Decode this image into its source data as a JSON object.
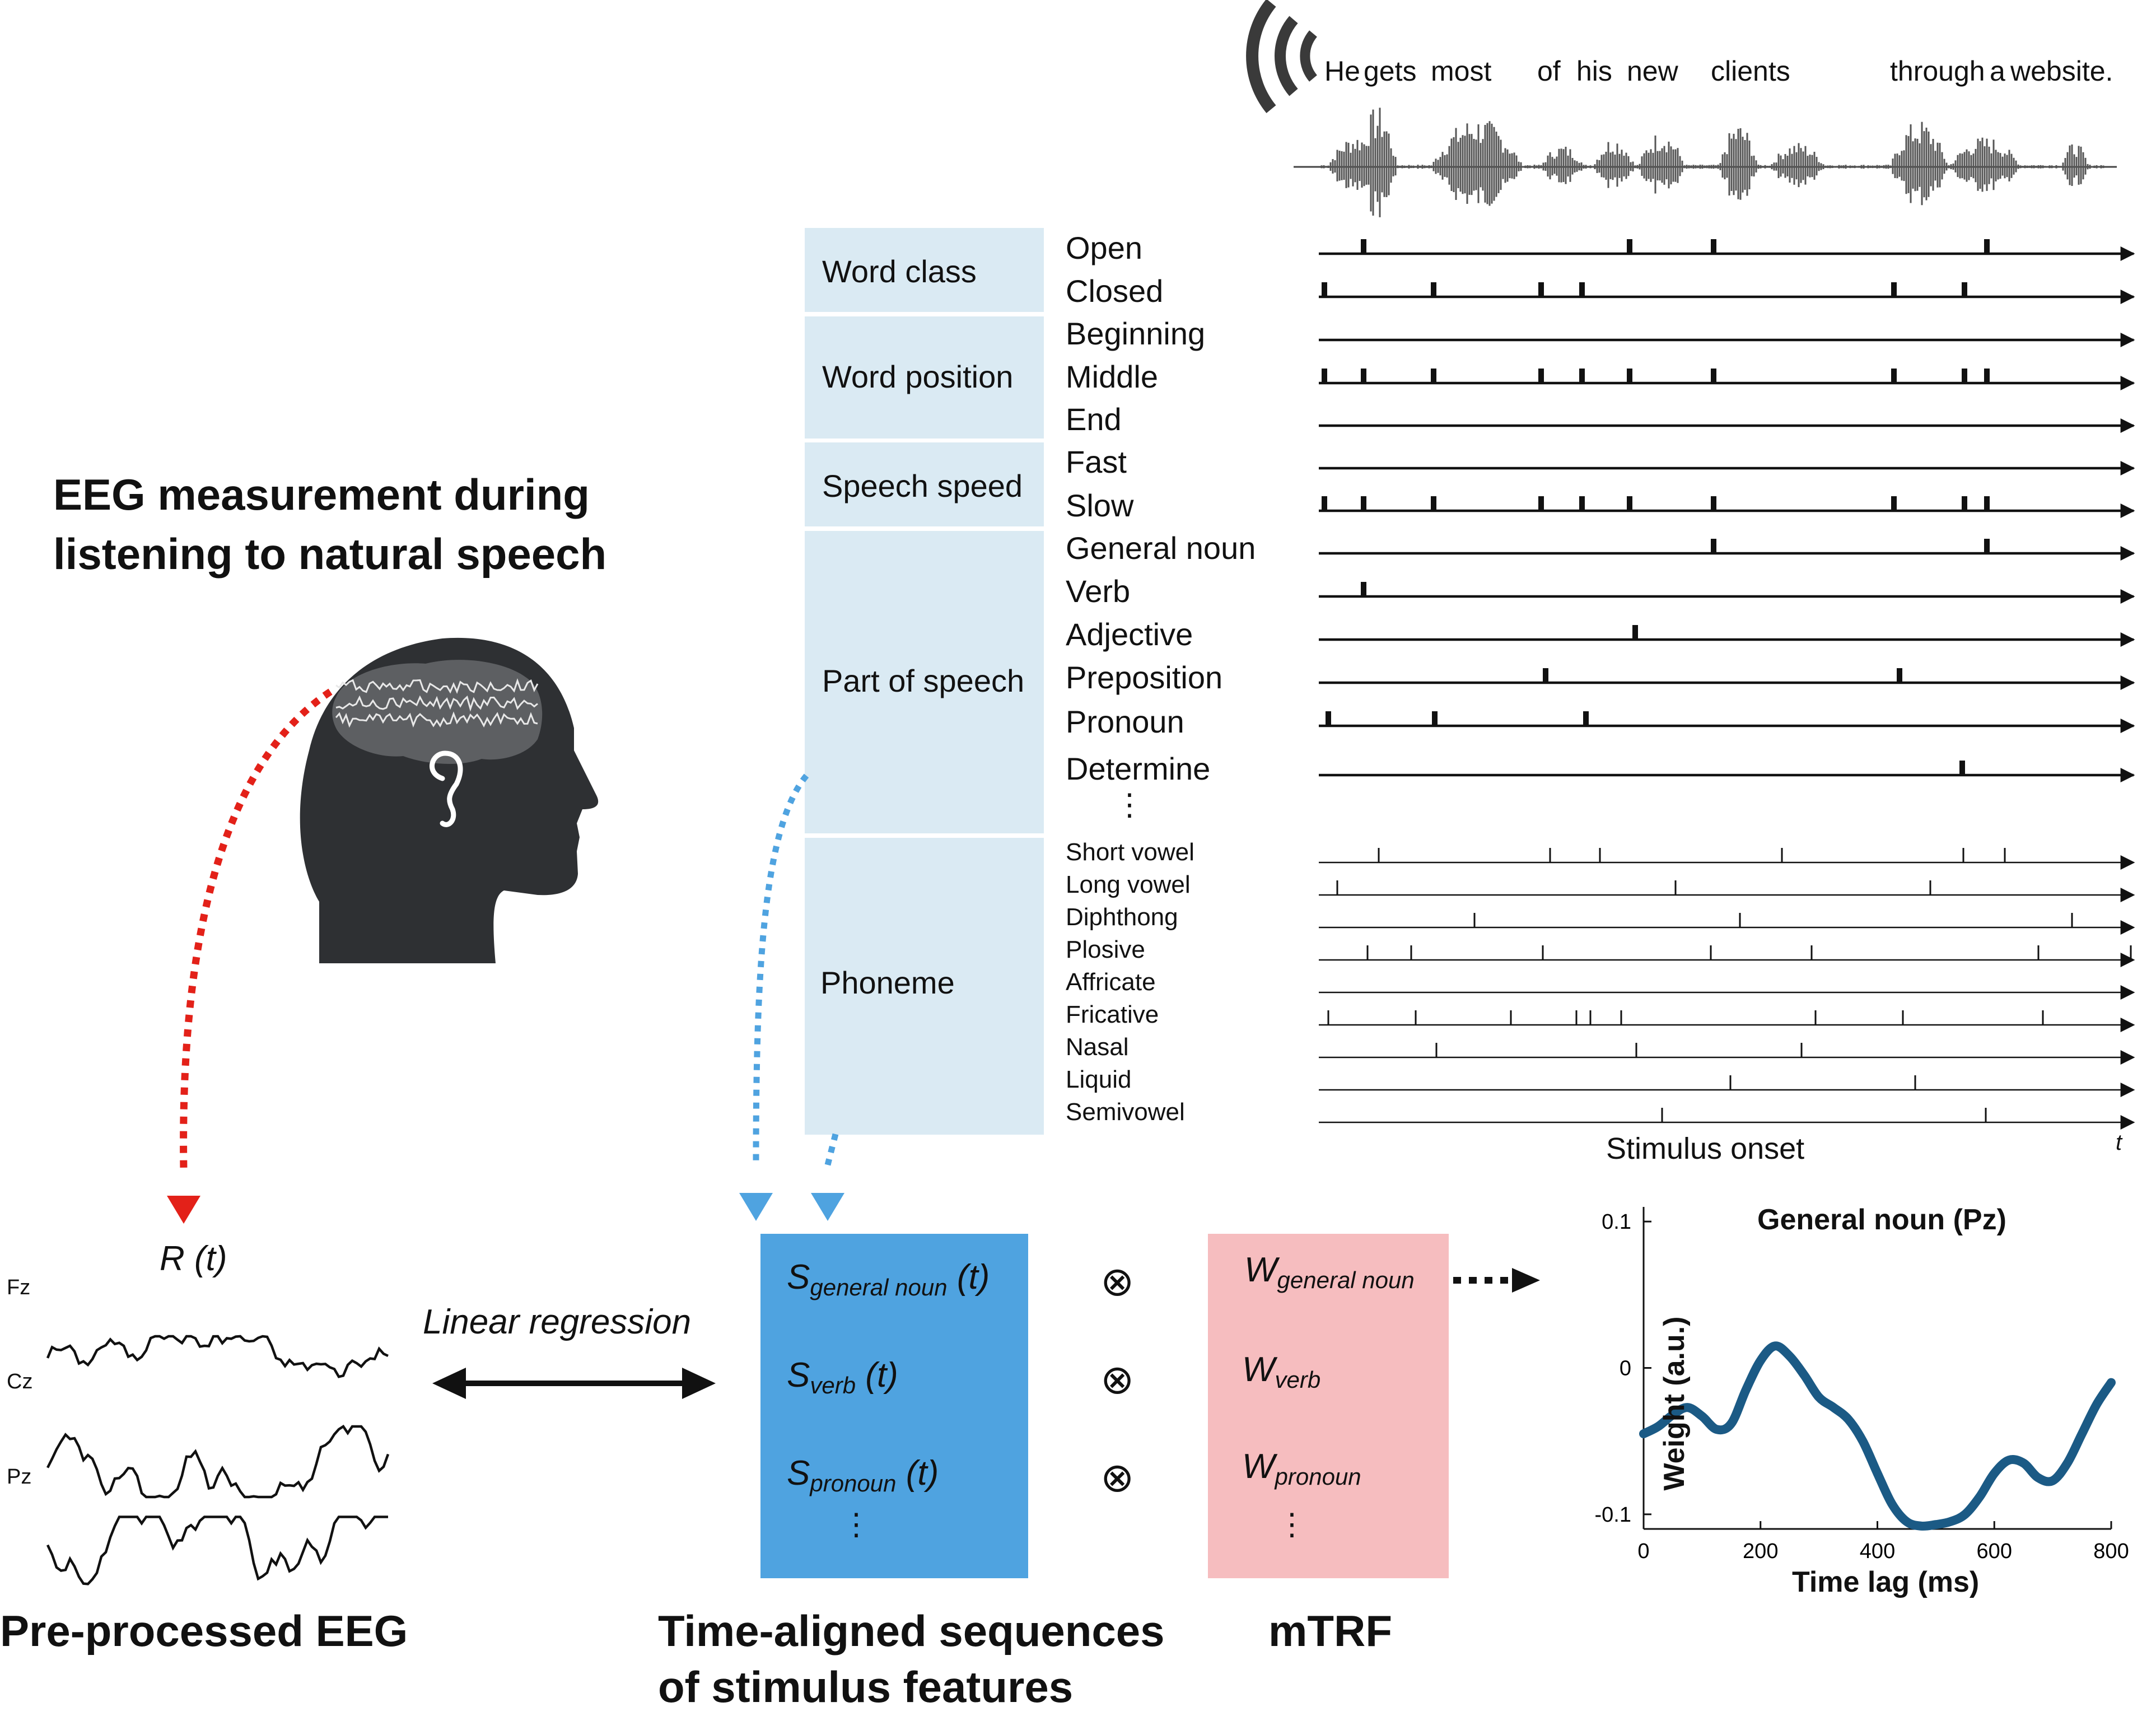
{
  "heading": {
    "line1": "EEG measurement during",
    "line2": "listening to natural speech"
  },
  "sentence_words": [
    "He",
    "gets",
    "most",
    "of",
    "his",
    "new",
    "clients",
    "through",
    "a",
    "website."
  ],
  "categories": [
    {
      "label": "Word class",
      "features": [
        "Open",
        "Closed"
      ]
    },
    {
      "label": "Word position",
      "features": [
        "Beginning",
        "Middle",
        "End"
      ]
    },
    {
      "label": "Speech speed",
      "features": [
        "Fast",
        "Slow"
      ]
    },
    {
      "label": "Part of speech",
      "features": [
        "General noun",
        "Verb",
        "Adjective",
        "Preposition",
        "Pronoun",
        "Determine"
      ]
    },
    {
      "label": "Phoneme",
      "features": [
        "Short vowel",
        "Long vowel",
        "Diphthong",
        "Plosive",
        "Affricate",
        "Fricative",
        "Nasal",
        "Liquid",
        "Semivowel"
      ]
    }
  ],
  "vertical_ellipsis": "⋮",
  "stimulus_axis": {
    "label": "Stimulus onset",
    "t_symbol": "t"
  },
  "eeg": {
    "response": "R (t)",
    "electrodes": [
      "Fz",
      "Cz",
      "Pz"
    ]
  },
  "linear_regression": "Linear regression",
  "stimulus_terms": [
    {
      "symbol": "S",
      "sub": "general noun",
      "arg": "(t)"
    },
    {
      "symbol": "S",
      "sub": "verb",
      "arg": "(t)"
    },
    {
      "symbol": "S",
      "sub": "pronoun",
      "arg": "(t)"
    }
  ],
  "operator": "⊗",
  "weight_terms": [
    {
      "symbol": "W",
      "sub": "general noun"
    },
    {
      "symbol": "W",
      "sub": "verb"
    },
    {
      "symbol": "W",
      "sub": "pronoun"
    }
  ],
  "bottom_titles": {
    "eeg": "Pre-processed EEG",
    "stimulus_line1": "Time-aligned sequences",
    "stimulus_line2": "of stimulus features",
    "mtrf": "mTRF"
  },
  "colors": {
    "category_box": "#daeaf3",
    "stimulus_box": "#4fa3e0",
    "mtrf_box": "#f6bdbf",
    "curve": "#1b5a85",
    "red_arrow": "#e32119",
    "blue_arrow": "#4fa3e0",
    "head": "#2e3033",
    "brain": "#5d5f62"
  },
  "chart_data": {
    "type": "line",
    "title": "General noun (Pz)",
    "xlabel": "Time lag (ms)",
    "ylabel": "Weight (a.u.)",
    "xlim": [
      0,
      800
    ],
    "ylim": [
      -0.11,
      0.11
    ],
    "xticks": [
      0,
      200,
      400,
      600,
      800
    ],
    "yticks": [
      0.1,
      0,
      -0.1
    ],
    "ytick_labels": [
      "0.1",
      "0",
      "-0.1"
    ],
    "grid": false,
    "series": [
      {
        "x": [
          0,
          25,
          50,
          75,
          100,
          125,
          150,
          175,
          200,
          225,
          250,
          275,
          300,
          325,
          350,
          375,
          400,
          425,
          450,
          475,
          500,
          525,
          550,
          575,
          600,
          625,
          650,
          675,
          700,
          725,
          750,
          775,
          800
        ],
        "y": [
          -0.045,
          -0.04,
          -0.032,
          -0.027,
          -0.033,
          -0.042,
          -0.038,
          -0.015,
          0.005,
          0.015,
          0.008,
          -0.005,
          -0.02,
          -0.027,
          -0.035,
          -0.05,
          -0.072,
          -0.093,
          -0.105,
          -0.108,
          -0.107,
          -0.105,
          -0.1,
          -0.088,
          -0.072,
          -0.063,
          -0.065,
          -0.075,
          -0.077,
          -0.065,
          -0.045,
          -0.025,
          -0.01
        ]
      }
    ]
  }
}
